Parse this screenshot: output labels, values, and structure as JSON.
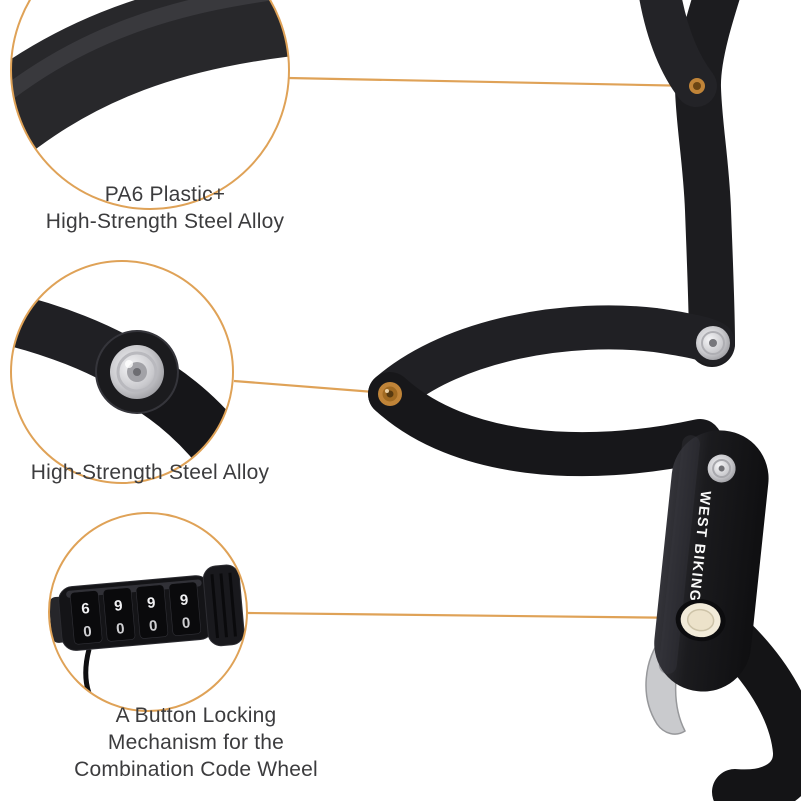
{
  "palette": {
    "background": "#ffffff",
    "accent_line": "#dfa257",
    "text": "#3c3c3e",
    "lock_black": "#1b1b1e",
    "rivet_silver": "#d9d9dc",
    "rivet_bronze": "#c08438",
    "button_cream": "#f2ebd9",
    "metal_gray": "#c9cacd"
  },
  "annotations": [
    {
      "id": "pa6-plastic",
      "label_lines": [
        "PA6 Plastic+",
        "High-Strength Steel Alloy"
      ]
    },
    {
      "id": "steel-alloy",
      "label_lines": [
        "High-Strength Steel Alloy"
      ]
    },
    {
      "id": "button-locking",
      "label_lines": [
        "A Button Locking",
        "Mechanism for the",
        "Combination Code Wheel"
      ]
    }
  ],
  "product": {
    "brand": "WEST BIKING",
    "dial": {
      "wheel_count": 4,
      "top_row": "6999",
      "bottom_row": "0000"
    }
  }
}
